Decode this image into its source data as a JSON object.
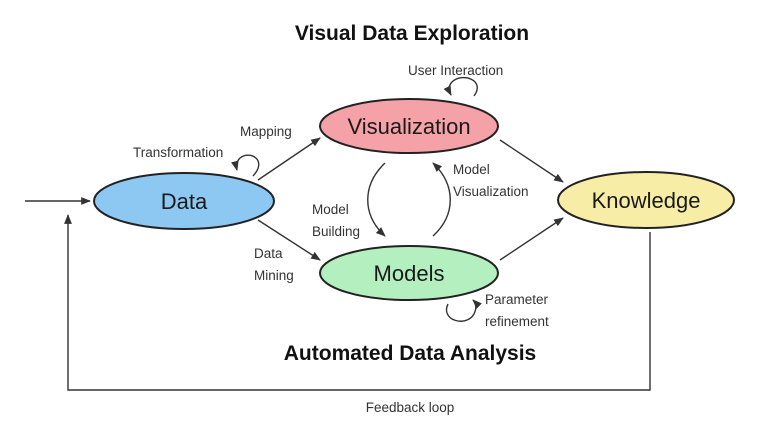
{
  "diagram": {
    "title_top": "Visual Data Exploration",
    "title_bottom": "Automated Data Analysis",
    "nodes": [
      {
        "id": "data",
        "label": "Data",
        "color": "#8dc8f3"
      },
      {
        "id": "visualization",
        "label": "Visualization",
        "color": "#f4a1a8"
      },
      {
        "id": "models",
        "label": "Models",
        "color": "#b4efbf"
      },
      {
        "id": "knowledge",
        "label": "Knowledge",
        "color": "#f8eda6"
      }
    ],
    "edges": {
      "transformation": "Transformation",
      "mapping": "Mapping",
      "user_interaction": "User Interaction",
      "model_visualization_1": "Model",
      "model_visualization_2": "Visualization",
      "model_building_1": "Model",
      "model_building_2": "Building",
      "data_mining_1": "Data",
      "data_mining_2": "Mining",
      "parameter_refinement_1": "Parameter",
      "parameter_refinement_2": "refinement",
      "feedback_loop": "Feedback loop"
    }
  }
}
